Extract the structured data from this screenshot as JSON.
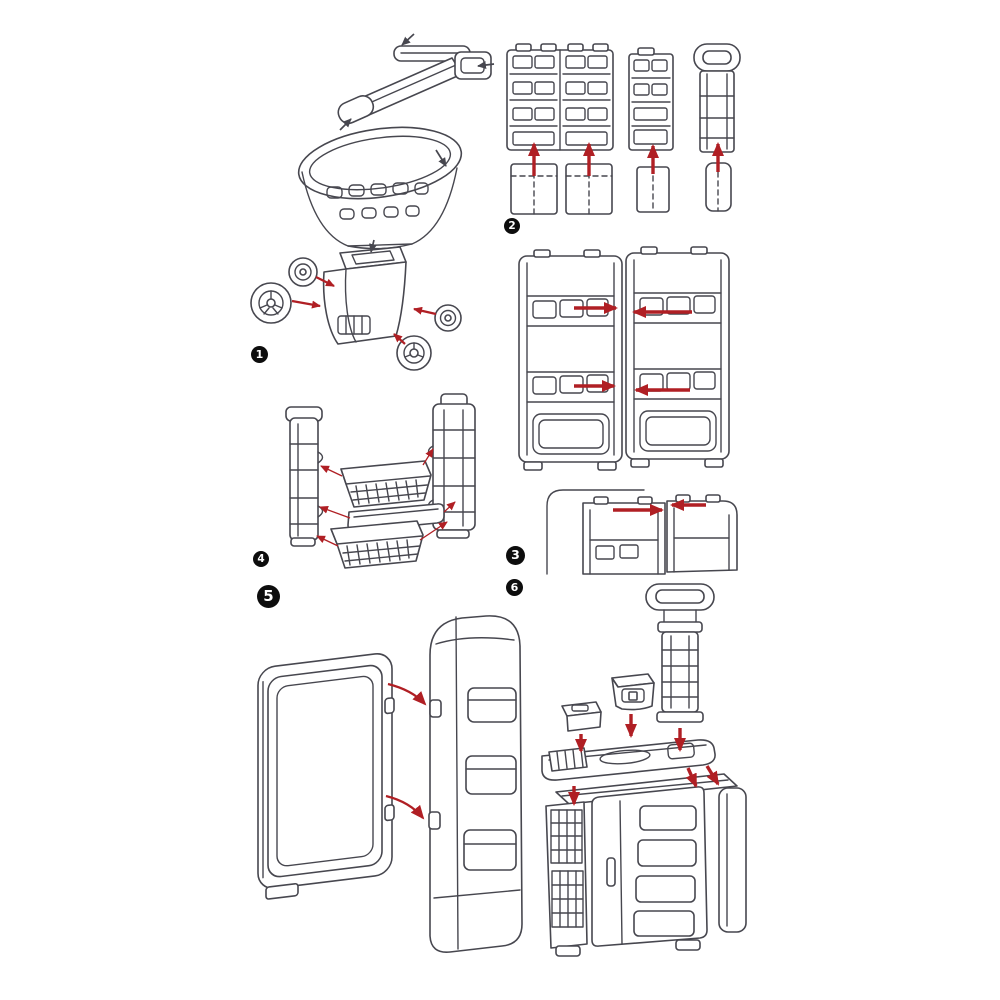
{
  "colors": {
    "background": "#ffffff",
    "line": "#47474f",
    "arrow": "#b01f24",
    "badge_bg": "#0d0d0d",
    "badge_fg": "#ffffff"
  },
  "diagram": {
    "steps": [
      {
        "number": "1"
      },
      {
        "number": "2"
      },
      {
        "number": "3"
      },
      {
        "number": "4"
      },
      {
        "number": "5"
      },
      {
        "number": "6"
      }
    ]
  }
}
